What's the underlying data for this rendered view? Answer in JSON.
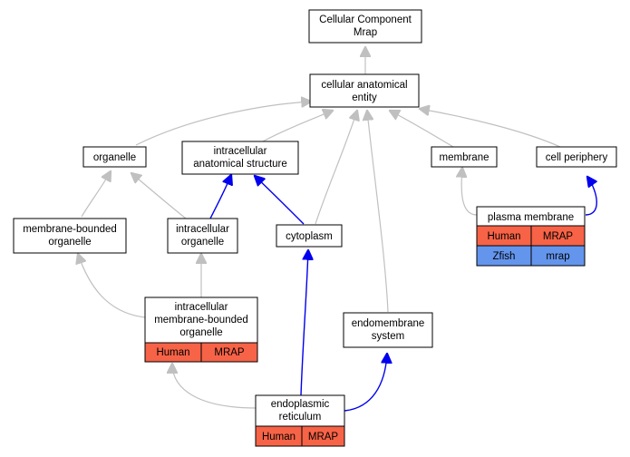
{
  "nodes": {
    "cellular_component_mrap": {
      "lines": [
        "Cellular Component",
        "Mrap"
      ]
    },
    "cellular_anatomical_entity": {
      "lines": [
        "cellular anatomical",
        "entity"
      ]
    },
    "organelle": {
      "lines": [
        "organelle"
      ]
    },
    "intracellular_anatomical_structure": {
      "lines": [
        "intracellular",
        "anatomical structure"
      ]
    },
    "membrane": {
      "lines": [
        "membrane"
      ]
    },
    "cell_periphery": {
      "lines": [
        "cell periphery"
      ]
    },
    "membrane_bounded_organelle": {
      "lines": [
        "membrane-bounded",
        "organelle"
      ]
    },
    "intracellular_organelle": {
      "lines": [
        "intracellular",
        "organelle"
      ]
    },
    "cytoplasm": {
      "lines": [
        "cytoplasm"
      ]
    },
    "plasma_membrane": {
      "lines": [
        "plasma membrane"
      ],
      "rows": [
        {
          "species": "Human",
          "gene": "MRAP"
        },
        {
          "species": "Zfish",
          "gene": "mrap"
        }
      ]
    },
    "intracellular_membrane_bounded_organelle": {
      "lines": [
        "intracellular",
        "membrane-bounded",
        "organelle"
      ],
      "rows": [
        {
          "species": "Human",
          "gene": "MRAP"
        }
      ]
    },
    "endomembrane_system": {
      "lines": [
        "endomembrane",
        "system"
      ]
    },
    "endoplasmic_reticulum": {
      "lines": [
        "endoplasmic",
        "reticulum"
      ],
      "rows": [
        {
          "species": "Human",
          "gene": "MRAP"
        }
      ]
    }
  },
  "colors": {
    "human": "#f76347",
    "zfish": "#6495ed",
    "edge_gray": "#c0c0c0",
    "edge_blue": "#0000ee"
  }
}
